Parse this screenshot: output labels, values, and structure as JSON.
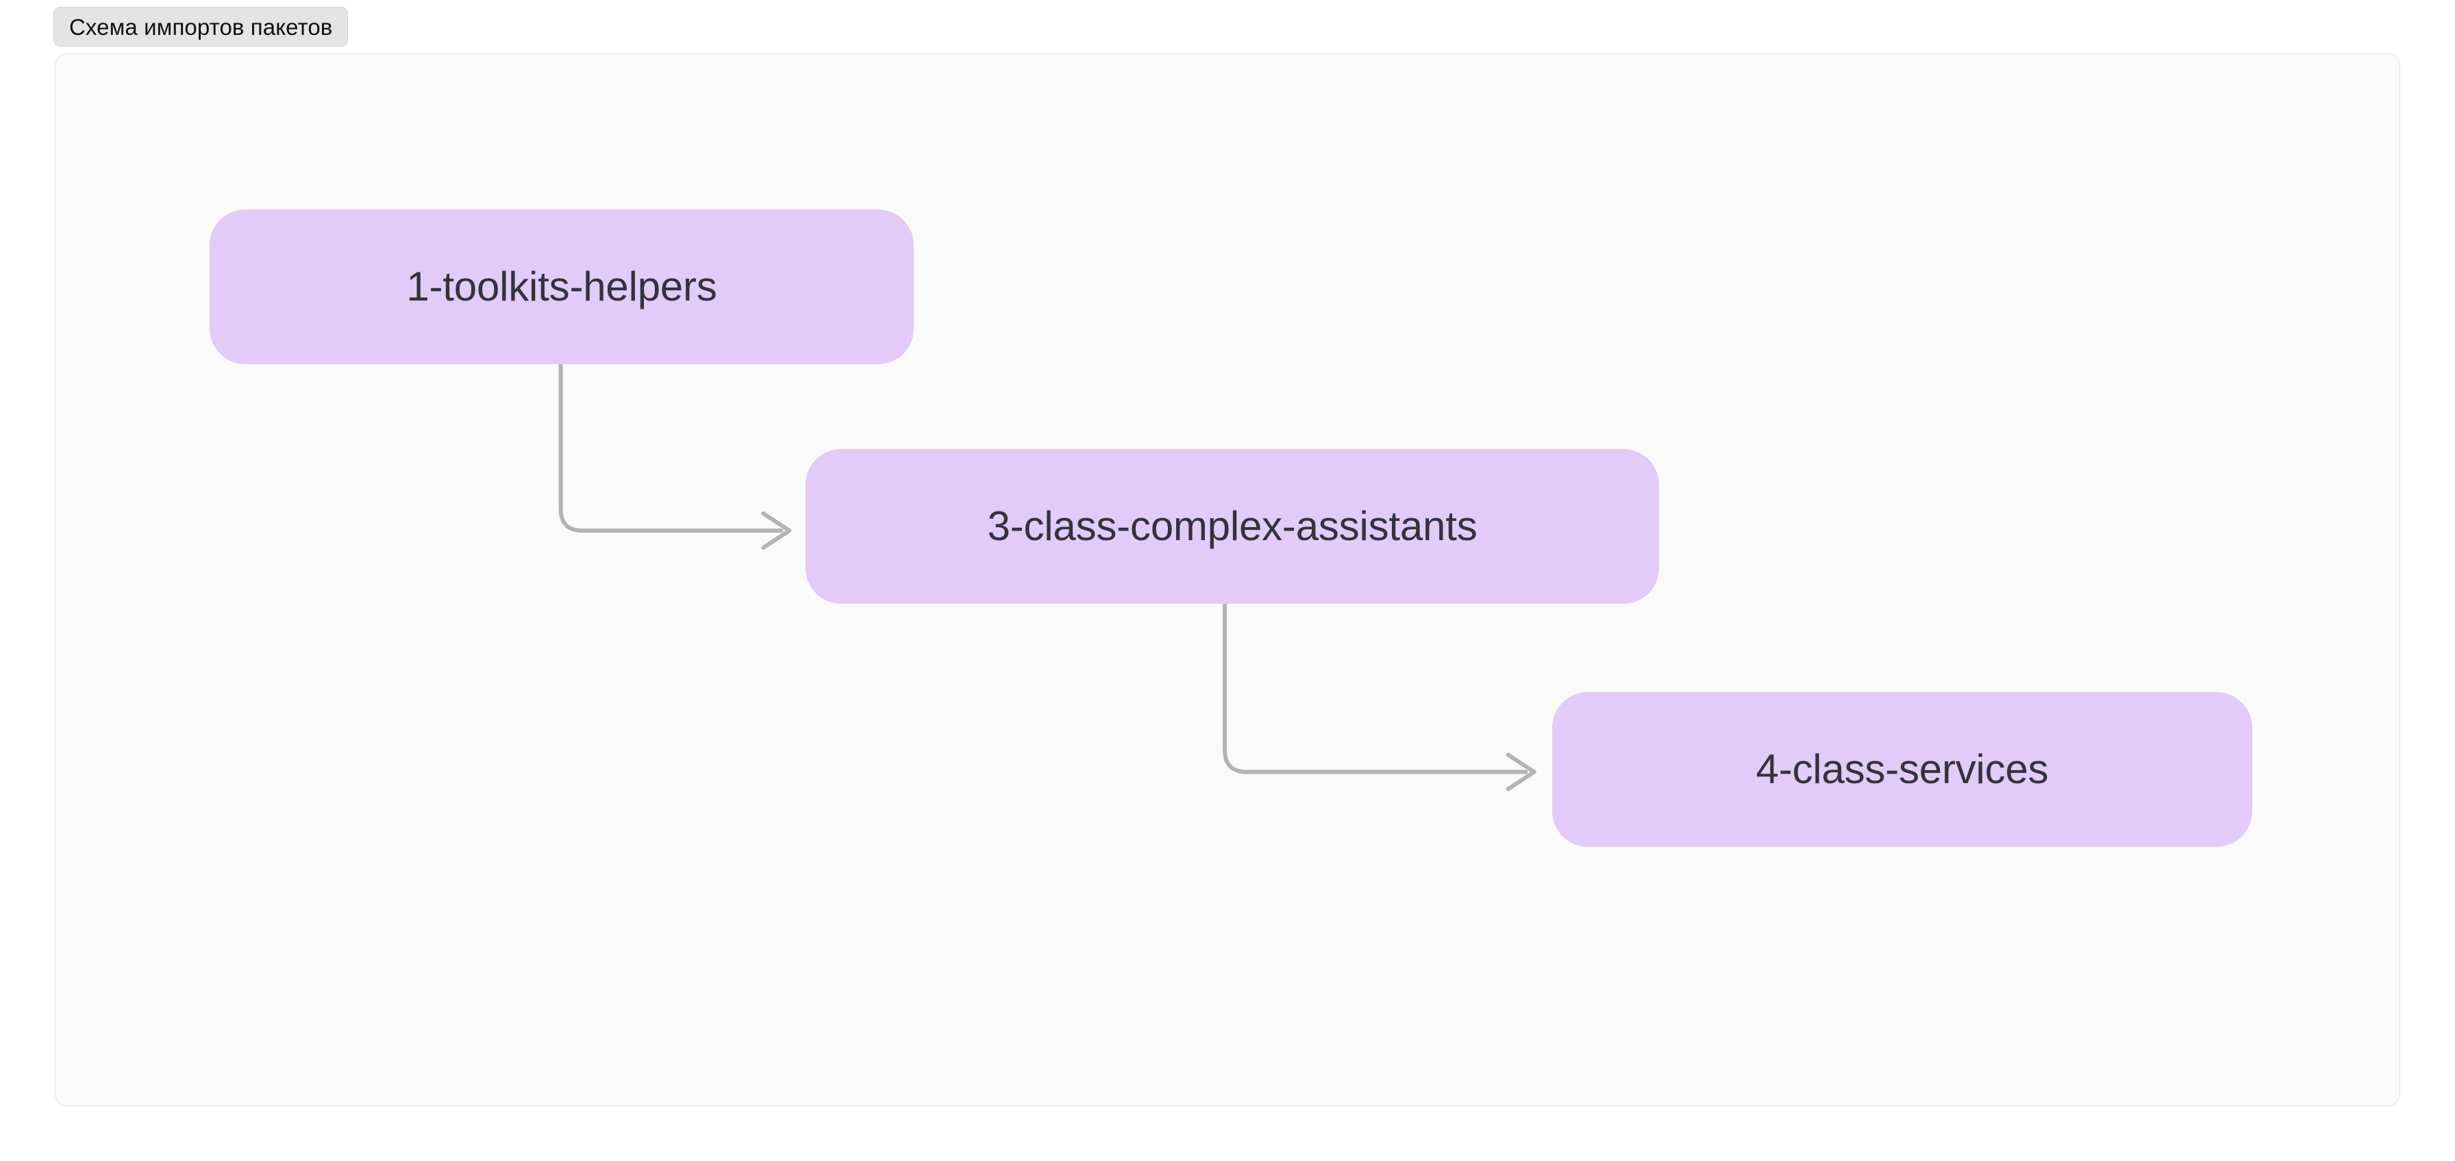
{
  "tab": {
    "label": "Схема импортов пакетов"
  },
  "canvas": {
    "background_color": "#fafafa",
    "border_color": "#e3e3e3"
  },
  "theme": {
    "node_fill": "#e2caf9",
    "node_text": "#333338",
    "edge_stroke": "#b3b3b3",
    "tab_fill": "#e4e4e4"
  },
  "diagram": {
    "type": "flowchart",
    "direction": "left-to-right cascade",
    "nodes": [
      {
        "id": "n1",
        "label": "1-toolkits-helpers"
      },
      {
        "id": "n3",
        "label": "3-class-complex-assistants"
      },
      {
        "id": "n4",
        "label": "4-class-services"
      }
    ],
    "edges": [
      {
        "from": "n1",
        "to": "n3",
        "style": "elbow",
        "arrowhead": "open-chevron"
      },
      {
        "from": "n3",
        "to": "n4",
        "style": "elbow",
        "arrowhead": "open-chevron"
      }
    ]
  }
}
